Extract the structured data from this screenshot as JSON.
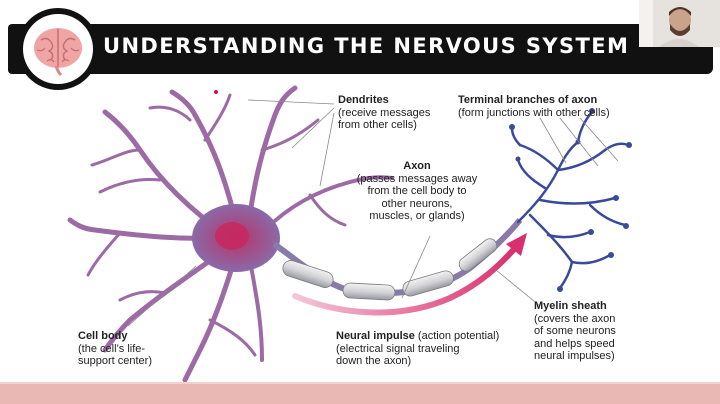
{
  "slide": {
    "title": "UNDERSTANDING THE NERVOUS SYSTEM",
    "icon": "brain-icon"
  },
  "labels": {
    "dendrites": {
      "title": "Dendrites",
      "lines": [
        "(receive messages",
        "from other cells)"
      ]
    },
    "terminal": {
      "title": "Terminal branches of axon",
      "lines": [
        "(form junctions with other cells)"
      ]
    },
    "axon": {
      "title": "Axon",
      "lines": [
        "(passes messages away",
        "from the cell body to",
        "other neurons,",
        "muscles, or glands)"
      ]
    },
    "cell_body": {
      "title": "Cell body",
      "lines": [
        "(the cell’s life-",
        "support center)"
      ]
    },
    "impulse": {
      "title": "Neural impulse",
      "title_suffix": " (action potential)",
      "lines": [
        "(electrical signal traveling",
        "down the axon)"
      ]
    },
    "myelin": {
      "title": "Myelin sheath",
      "lines": [
        "(covers the axon",
        "of some neurons",
        "and helps speed",
        "neural impulses)"
      ]
    }
  },
  "colors": {
    "title_bar": "#111111",
    "band": "#e9b7b4",
    "neuron": "#8a4a8a",
    "axon_terminal": "#3a4a9a",
    "impulse_arrow": "#d63a7a"
  }
}
